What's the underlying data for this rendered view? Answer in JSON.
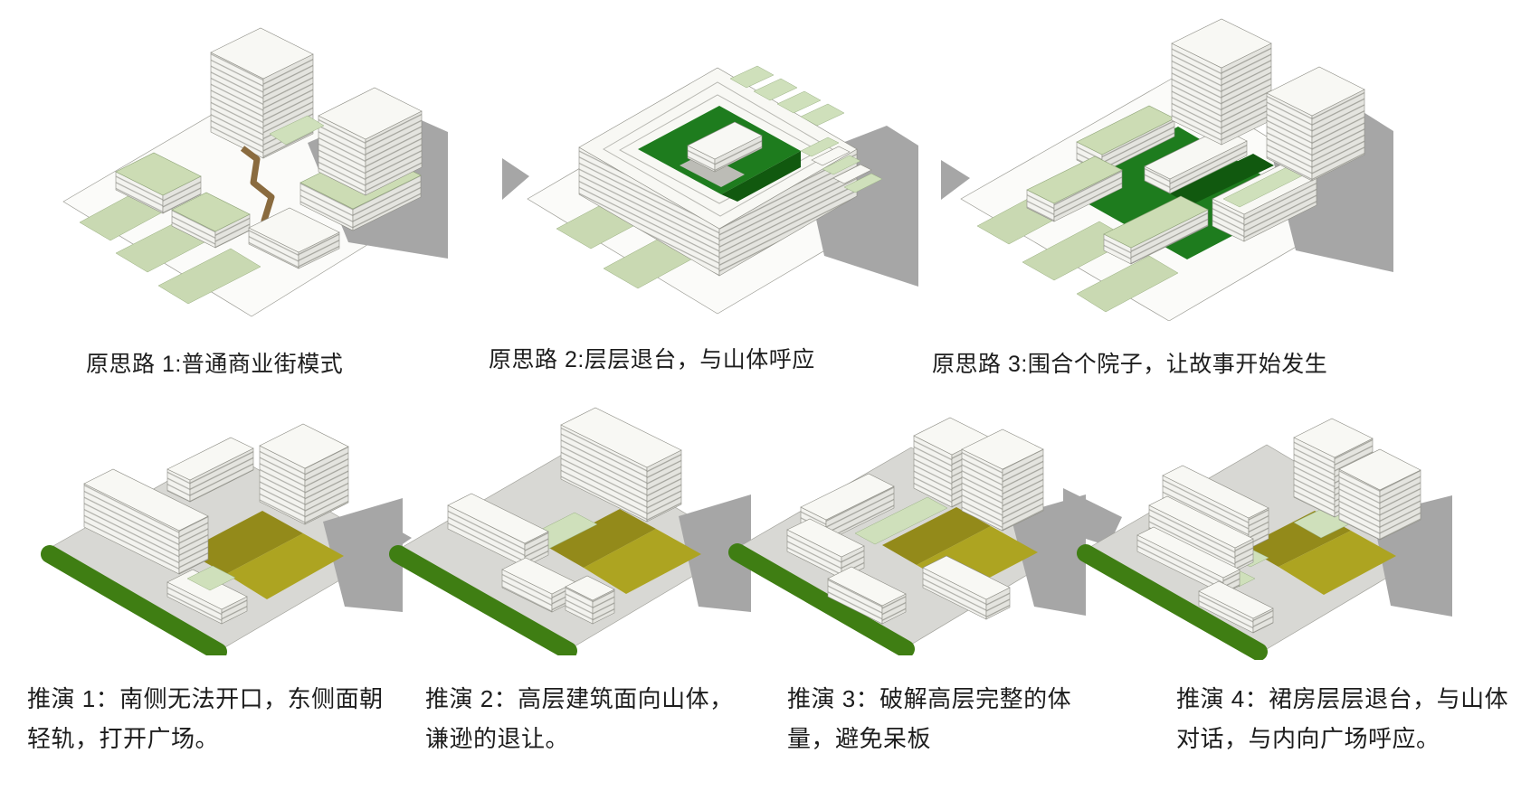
{
  "figure": {
    "top_row": [
      {
        "caption": "原思路 1:普通商业街模式"
      },
      {
        "caption": "原思路 2:层层退台，与山体呼应"
      },
      {
        "caption": "原思路 3:围合个院子，让故事开始发生"
      }
    ],
    "bottom_row": [
      {
        "caption": "推演 1：南侧无法开口，东侧面朝轻轨，打开广场。"
      },
      {
        "caption": "推演 2：高层建筑面向山体，谦逊的退让。"
      },
      {
        "caption": "推演 3：破解高层完整的体量，避免呆板"
      },
      {
        "caption": "推演 4：裙房层层退台，与山体对话，与内向广场呼应。"
      }
    ]
  },
  "palette": {
    "caption_text": "#1d1d1d",
    "shadow_gray": "#a6a6a6",
    "lawn_light_green": "#c9d9b2",
    "courtyard_green": "#1e7c1e",
    "plaza_olive": "#ada421",
    "green_belt": "#3f7e13",
    "building_white": "#f8f8f4",
    "street_brown": "#8a6b3f"
  }
}
